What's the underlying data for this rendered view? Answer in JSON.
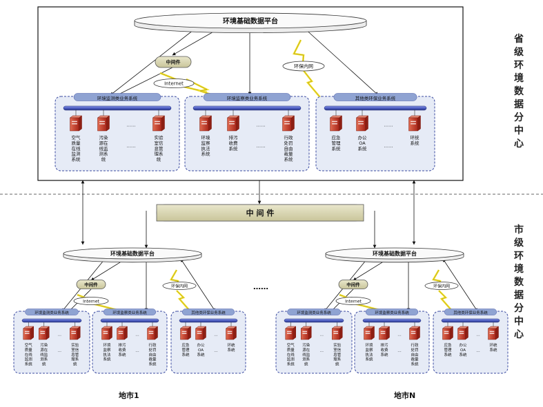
{
  "side_labels": {
    "province": "省级环境数据分中心",
    "city": "市级环境数据分中心"
  },
  "province": {
    "platform": "环境基础数据平台",
    "middleware": "中间件",
    "internet": "Internet",
    "intranet": "环保内网",
    "groups": [
      {
        "title": "环境监测类业务系统",
        "systems": [
          "空气质量在线监测系统",
          "污染源在线监测系统",
          "……",
          "实验室信息管理系统"
        ]
      },
      {
        "title": "环境监察类业务系统",
        "systems": [
          "环境监察执法系统",
          "排污收费系统",
          "……",
          "行政处罚自由裁量系统"
        ]
      },
      {
        "title": "其他类环保业务系统",
        "systems": [
          "应急管理系统",
          "办公OA系统",
          "……",
          "环统系统"
        ]
      }
    ]
  },
  "main_middleware": "中 间 件",
  "cities": [
    {
      "name": "地市1",
      "platform": "环境基础数据平台",
      "middleware": "中间件",
      "internet": "Internet",
      "intranet": "环保内网",
      "groups": [
        {
          "title": "环境监测类业务系统",
          "systems": [
            "空气质量在线监测系统",
            "污染源在线监测系统",
            "…",
            "实验室信息管理系统"
          ]
        },
        {
          "title": "环境监察类业务系统",
          "systems": [
            "环境监察执法系统",
            "排污收费系统",
            "…",
            "行政处罚自由裁量系统"
          ]
        },
        {
          "title": "其他类环保业务系统",
          "systems": [
            "应急管理系统",
            "办公OA系统",
            "…",
            "环统系统"
          ]
        }
      ]
    },
    {
      "name": "地市N",
      "platform": "环境基础数据平台",
      "middleware": "中间件",
      "internet": "Internet",
      "intranet": "环保内网",
      "groups": [
        {
          "title": "环境监测类业务系统",
          "systems": [
            "空气质量在线监测系统",
            "污染源在线监测系统",
            "…",
            "实验室信息管理系统"
          ]
        },
        {
          "title": "环境监察类业务系统",
          "systems": [
            "环境监察执法系统",
            "排污收费系统",
            "…",
            "行政处罚自由裁量系统"
          ]
        },
        {
          "title": "其他类环保业务系统",
          "systems": [
            "应急管理系统",
            "办公OA系统",
            "…",
            "环统系统"
          ]
        }
      ]
    }
  ],
  "cities_ellipsis": "……",
  "colors": {
    "group_fill": "#e6ebf6",
    "group_border": "#3a4aa0",
    "title_bar": "#8fa3d2",
    "bus": "#4b5cc2",
    "server_red": "#c0392b",
    "middleware_fill": "#d9d6b4",
    "lightning": "#f2df2c"
  }
}
